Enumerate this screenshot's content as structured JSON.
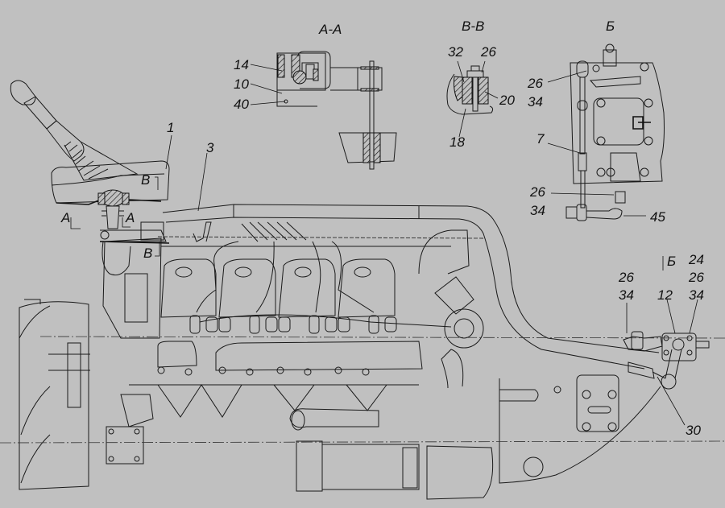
{
  "drawing": {
    "subject": "Gear shift remote control drive mounted on engine",
    "background_color": "#c0c0c0",
    "line_color": "#111111"
  },
  "section_titles": {
    "aa": "A-A",
    "bb": "B-B",
    "view_b": "Б"
  },
  "section_marks": {
    "a_left": "A",
    "a_right": "A",
    "b_top": "B",
    "b_bottom": "B",
    "view_arrow": "Б"
  },
  "callouts": {
    "main": [
      {
        "id": "lever-housing",
        "text": "1"
      },
      {
        "id": "rod",
        "text": "3"
      }
    ],
    "section_aa": [
      {
        "id": "aa-14",
        "text": "14"
      },
      {
        "id": "aa-10",
        "text": "10"
      },
      {
        "id": "aa-40",
        "text": "40"
      }
    ],
    "section_bb": [
      {
        "id": "bb-32",
        "text": "32"
      },
      {
        "id": "bb-26",
        "text": "26"
      },
      {
        "id": "bb-20",
        "text": "20"
      },
      {
        "id": "bb-18",
        "text": "18"
      }
    ],
    "view_b": [
      {
        "id": "vb-26a",
        "text": "26"
      },
      {
        "id": "vb-34a",
        "text": "34"
      },
      {
        "id": "vb-7",
        "text": "7"
      },
      {
        "id": "vb-26b",
        "text": "26"
      },
      {
        "id": "vb-34b",
        "text": "34"
      },
      {
        "id": "vb-45",
        "text": "45"
      }
    ],
    "gearbox": [
      {
        "id": "gb-26a",
        "text": "26"
      },
      {
        "id": "gb-34a",
        "text": "34"
      },
      {
        "id": "gb-12",
        "text": "12"
      },
      {
        "id": "gb-24",
        "text": "24"
      },
      {
        "id": "gb-26b",
        "text": "26"
      },
      {
        "id": "gb-34b",
        "text": "34"
      },
      {
        "id": "gb-30",
        "text": "30"
      }
    ]
  }
}
